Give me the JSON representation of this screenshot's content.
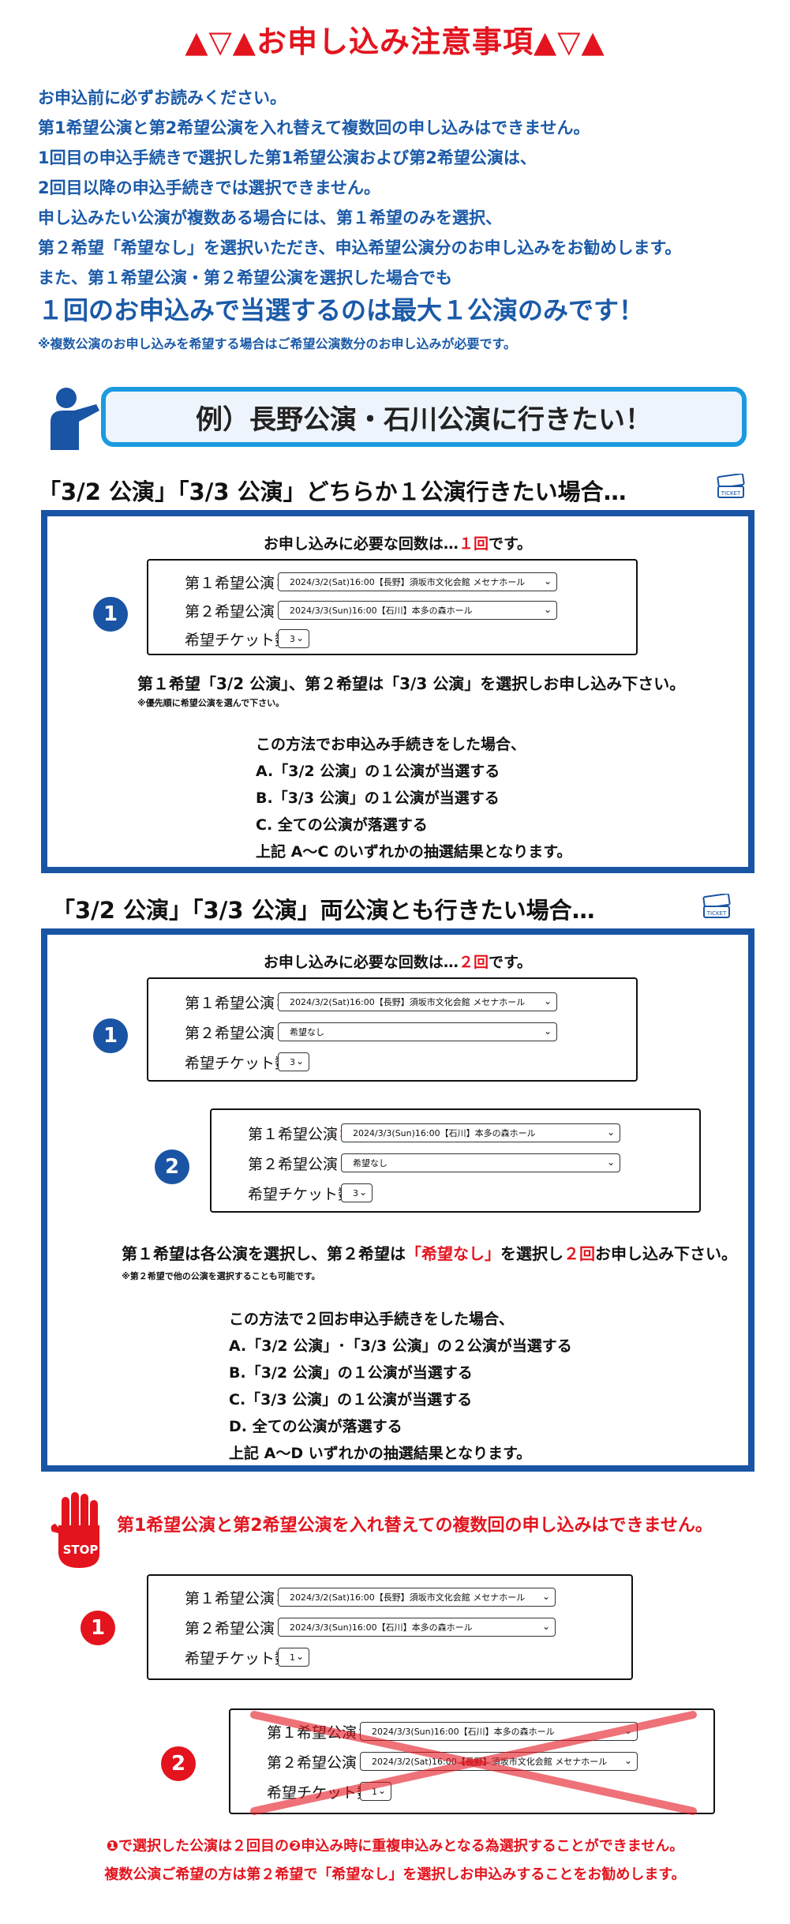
{
  "title": "▲▽▲お申し込み注意事項▲▽▲",
  "notes": [
    "お申込前に必ずお読みください。",
    "第1希望公演と第2希望公演を入れ替えて複数回の申し込みはできません。",
    "1回目の申込手続きで選択した第1希望公演および第2希望公演は、",
    "2回目以降の申込手続きでは選択できません。",
    "申し込みたい公演が複数ある場合には、第１希望のみを選択、",
    "第２希望「希望なし」を選択いただき、申込希望公演分のお申し込みをお勧めします。",
    "また、第１希望公演・第２希望公演を選択した場合でも"
  ],
  "note_big": "１回のお申込みで当選するのは最大１公演のみです！",
  "note_small": "※複数公演のお申し込みを希望する場合はご希望公演数分のお申し込みが必要です。",
  "example_banner": "例）長野公演・石川公演に行きたい！",
  "labels": {
    "first": "第１希望公演",
    "second": "第２希望公演",
    "qty": "希望チケット数",
    "star": "＊",
    "chev": "⌄",
    "ticket": "TICKET"
  },
  "options": {
    "nagano": "2024/3/2(Sat)16:00【長野】須坂市文化会館 メセナホール",
    "ishikawa": "2024/3/3(Sun)16:00【石川】本多の森ホール",
    "none": "希望なし",
    "qty3": "3",
    "qty1": "1"
  },
  "section1": {
    "heading": "「3/2 公演」「3/3 公演」どちらか１公演行きたい場合…",
    "needed_pre": "お申し込みに必要な回数は…",
    "needed_num": "１回",
    "needed_post": "です。",
    "circle": "1",
    "instruction": "第１希望「3/2 公演」、第２希望は「3/3 公演」を選択しお申し込み下さい。",
    "tiny": "※優先順に希望公演を選んで下さい。",
    "results": [
      "この方法でお申込み手続きをした場合、",
      "A.「3/2 公演」の１公演が当選する",
      "B.「3/3 公演」の１公演が当選する",
      "C. 全ての公演が落選する",
      "上記 A〜C のいずれかの抽選結果となります。"
    ]
  },
  "section2": {
    "heading": "「3/2 公演」「3/3 公演」両公演とも行きたい場合…",
    "needed_pre": "お申し込みに必要な回数は…",
    "needed_num": "２回",
    "needed_post": "です。",
    "circle1": "1",
    "circle2": "2",
    "instr_pre": "第１希望は各公演を選択し、第２希望は",
    "instr_red": "「希望なし」",
    "instr_mid": "を選択し",
    "instr_num": "２回",
    "instr_post": "お申し込み下さい。",
    "tiny": "※第２希望で他の公演を選択することも可能です。",
    "results": [
      "この方法で２回お申込手続きをした場合、",
      "A.「3/2 公演」･「3/3 公演」の２公演が当選する",
      "B.「3/2 公演」の１公演が当選する",
      "C.「3/3 公演」の１公演が当選する",
      "D. 全ての公演が落選する",
      "上記 A〜D いずれかの抽選結果となります。"
    ]
  },
  "stop": {
    "sign": "STOP",
    "title": "第1希望公演と第2希望公演を入れ替えての複数回の申し込みはできません。",
    "circle1": "1",
    "circle2": "2",
    "footer1_circle1": "❶",
    "footer1_a": "で選択した公演は２回目の",
    "footer1_circle2": "❷",
    "footer1_b": "申込み時に重複申込みとなる為選択することができません。",
    "footer2": "複数公演ご希望の方は第２希望で「希望なし」を選択しお申込みすることをお勧めします。"
  },
  "colors": {
    "red": "#e3141e",
    "blue": "#1a54a4",
    "light_blue": "#1c9ae0"
  }
}
